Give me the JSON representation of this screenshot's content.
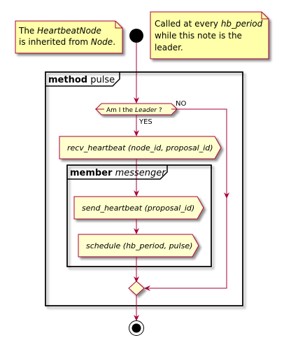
{
  "colors": {
    "note_fill": "#FEFFA8",
    "note_stroke": "#A80036",
    "flow_stroke": "#A80036",
    "activity_fill": "#FEFECE",
    "frame_stroke": "#000000",
    "shadow": "#BBBBBB",
    "node_fill": "#000000"
  },
  "notes": {
    "left": {
      "line1": {
        "prefix": "The ",
        "em": "HeartbeatNode",
        "suffix": ""
      },
      "line2": {
        "prefix": "is inherited from ",
        "em": "Node",
        "suffix": "."
      }
    },
    "right": {
      "line1": {
        "prefix": "Called at every ",
        "em": "hb_period",
        "suffix": ""
      },
      "line2": "while this note is the",
      "line3": "leader."
    }
  },
  "frames": {
    "outer": {
      "keyword": "method",
      "name": "pulse"
    },
    "inner": {
      "keyword": "member",
      "name": "messenger"
    }
  },
  "decision": {
    "prefix": "Am I the ",
    "em": "Leader",
    "suffix": " ?",
    "yes_label": "YES",
    "no_label": "NO"
  },
  "activities": {
    "recv": "recv_heartbeat (node_id, proposal_id)",
    "send": "send_heartbeat (proposal_id)",
    "schedule": "schedule (hb_period, pulse)"
  },
  "icons": {
    "start": "start-node-icon",
    "end": "end-node-icon",
    "decision": "decision-diamond-icon",
    "merge": "merge-diamond-icon",
    "arrow": "arrowhead-icon"
  }
}
